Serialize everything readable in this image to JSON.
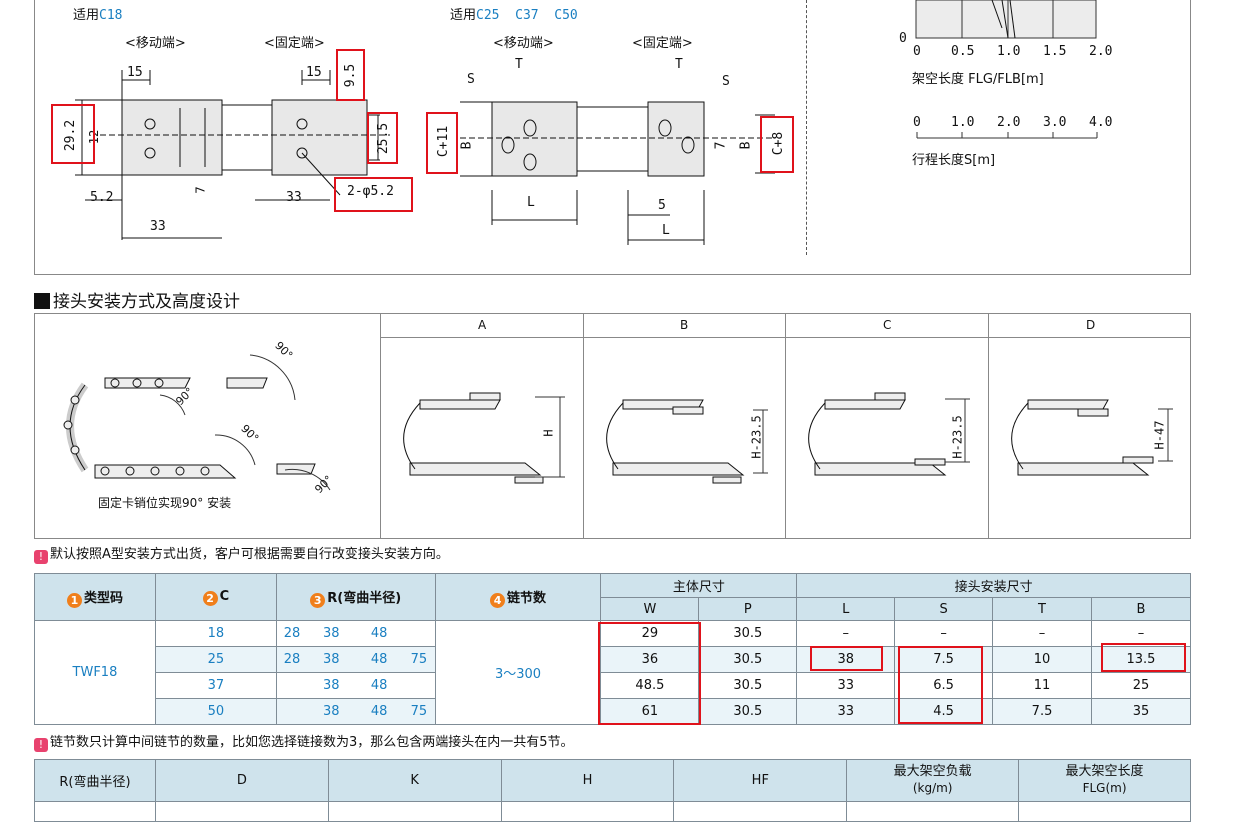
{
  "top": {
    "left": {
      "title_prefix": "适用",
      "model": "C18",
      "moving_end": "<移动端>",
      "fixed_end": "<固定端>",
      "dims": [
        "15",
        "15",
        "9.5",
        "29.2",
        "12",
        "25.5",
        "5.2",
        "7",
        "33",
        "33",
        "2-φ5.2"
      ]
    },
    "right": {
      "title_prefix": "适用",
      "models": "C25  C37  C50",
      "moving_end": "<移动端>",
      "fixed_end": "<固定端>",
      "dims": [
        "S",
        "T",
        "T",
        "S",
        "C+11",
        "B",
        "7",
        "B",
        "C+8",
        "L",
        "5",
        "L"
      ]
    },
    "graph": {
      "zero": "0",
      "x_ticks_1": [
        "0",
        "0.5",
        "1.0",
        "1.5",
        "2.0"
      ],
      "x_label_1": "架空长度 FLG/FLB[m]",
      "x_ticks_2": [
        "0",
        "1.0",
        "2.0",
        "3.0",
        "4.0"
      ],
      "x_label_2": "行程长度S[m]"
    }
  },
  "section": {
    "title": "接头安装方式及高度设计",
    "caption": "固定卡销位实现90° 安装",
    "angles": [
      "90°",
      "90°",
      "90°",
      "90°"
    ],
    "columns": [
      "A",
      "B",
      "C",
      "D"
    ],
    "heights": [
      "H",
      "H-23.5",
      "H-23.5",
      "H-47"
    ]
  },
  "note1": "默认按照A型安装方式出货，客户可根据需要自行改变接头安装方向。",
  "spec_table": {
    "headers": {
      "type_code": "类型码",
      "c": "C",
      "r": "R(弯曲半径)",
      "links": "链节数",
      "main_dims": "主体尺寸",
      "joint_dims": "接头安装尺寸",
      "w": "W",
      "p": "P",
      "l": "L",
      "s": "S",
      "t": "T",
      "b": "B"
    },
    "nums": [
      "1",
      "2",
      "3",
      "4"
    ],
    "type": "TWF18",
    "links": "3～300",
    "rows": [
      {
        "c": "18",
        "r": [
          "28",
          "38",
          "48",
          ""
        ],
        "w": "29",
        "p": "30.5",
        "l": "–",
        "s": "–",
        "t": "–",
        "b": "–"
      },
      {
        "c": "25",
        "r": [
          "28",
          "38",
          "48",
          "75"
        ],
        "w": "36",
        "p": "30.5",
        "l": "38",
        "s": "7.5",
        "t": "10",
        "b": "13.5"
      },
      {
        "c": "37",
        "r": [
          "",
          "38",
          "48",
          ""
        ],
        "w": "48.5",
        "p": "30.5",
        "l": "33",
        "s": "6.5",
        "t": "11",
        "b": "25"
      },
      {
        "c": "50",
        "r": [
          "",
          "38",
          "48",
          "75"
        ],
        "w": "61",
        "p": "30.5",
        "l": "33",
        "s": "4.5",
        "t": "7.5",
        "b": "35"
      }
    ]
  },
  "note2": "链节数只计算中间链节的数量，比如您选择链接数为3，那么包含两端接头在内一共有5节。",
  "bottom_table": {
    "headers": [
      "R(弯曲半径)",
      "D",
      "K",
      "H",
      "HF",
      "最大架空负载",
      "(kg/m)",
      "最大架空长度",
      "FLG(m)"
    ]
  }
}
